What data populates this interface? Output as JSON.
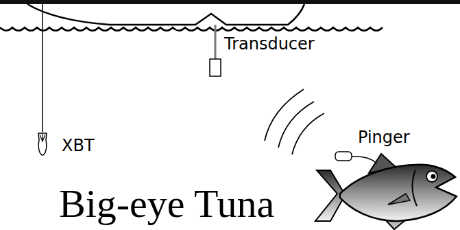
{
  "diagram": {
    "labels": [
      "Transducer",
      "XBT",
      "Pinger",
      "Big-eye Tuna"
    ]
  }
}
